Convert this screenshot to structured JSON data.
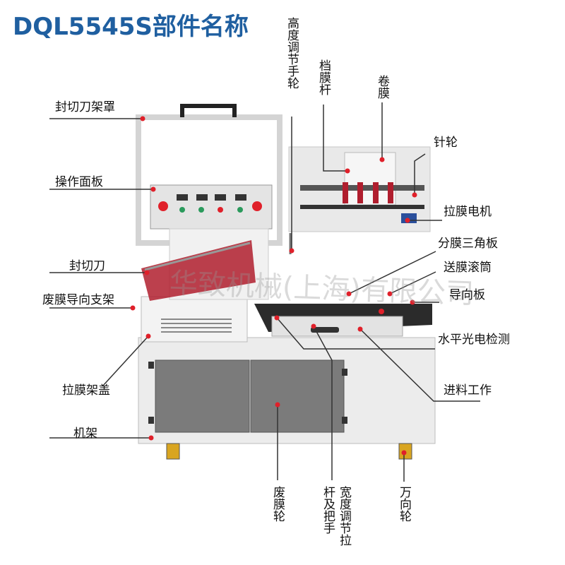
{
  "title": "DQL5545S部件名称",
  "watermark": "华致机械(上海)有限公司",
  "colors": {
    "title": "#1f5fa0",
    "marker": "#e0202a",
    "machine_body": "#ececec",
    "panel": "#7b7b7b",
    "accent_red": "#b01e2e"
  },
  "labels": {
    "seal_cover": "封切刀架罩",
    "control_panel": "操作面板",
    "seal_knife": "封切刀",
    "waste_guide": "废膜导向支架",
    "film_frame_cover": "拉膜架盖",
    "frame": "机架",
    "needle_wheel": "针轮",
    "film_motor": "拉膜电机",
    "triangle": "分膜三角板",
    "feed_roller": "送膜滚筒",
    "guide_plate": "导向板",
    "photo_sensor": "水平光电检测",
    "infeed": "进料工作",
    "height_wheel": "高度调节手轮",
    "stop_rod": "档膜杆",
    "film_roll": "卷膜",
    "waste_wheel": "废膜轮",
    "width_adjust": "宽度调节拉",
    "rod_handle": "杆及把手",
    "caster": "万向轮"
  }
}
